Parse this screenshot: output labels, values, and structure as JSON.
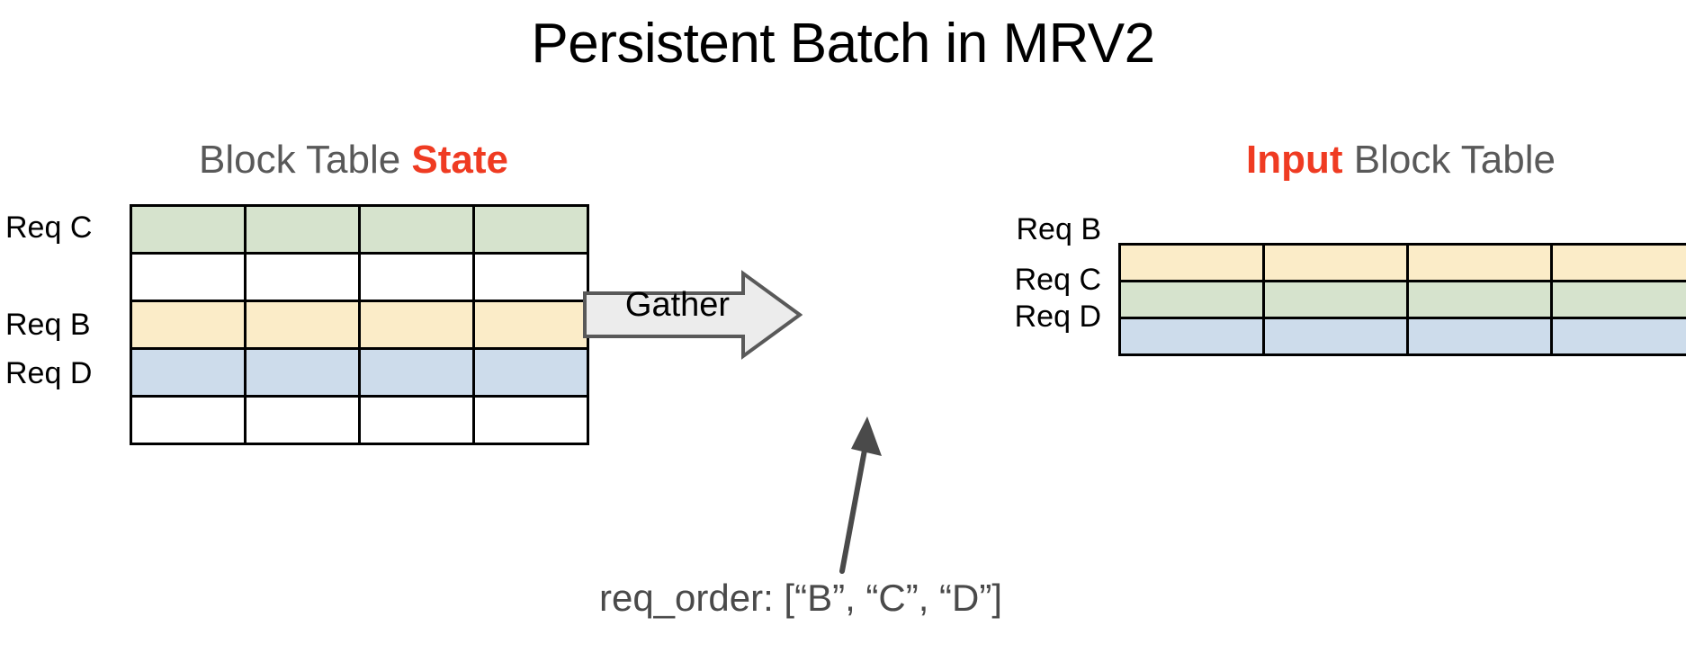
{
  "page": {
    "title": "Persistent Batch in MRV2",
    "background": "#ffffff"
  },
  "colors": {
    "accent_red": "#ef3b22",
    "heading_gray": "#595959",
    "caption_gray": "#4a4a4a",
    "cell_green": "#d6e3cd",
    "cell_yellow": "#fbecc8",
    "cell_blue": "#cddceb",
    "cell_empty": "#ffffff",
    "grid_line": "#000000",
    "arrow_fill": "#ececec",
    "arrow_stroke": "#595959"
  },
  "left_panel": {
    "heading_prefix": "Block Table ",
    "heading_highlight": "State",
    "columns": 4,
    "rows": [
      {
        "label": "Req C",
        "fill": "green",
        "has_label": true
      },
      {
        "label": "",
        "fill": "empty",
        "has_label": false
      },
      {
        "label": "Req B",
        "fill": "yellow",
        "has_label": true
      },
      {
        "label": "Req D",
        "fill": "blue",
        "has_label": true
      },
      {
        "label": "",
        "fill": "empty",
        "has_label": false
      }
    ]
  },
  "right_panel": {
    "heading_highlight": "Input",
    "heading_suffix": " Block Table",
    "columns": 4,
    "rows": [
      {
        "label": "Req B",
        "fill": "yellow"
      },
      {
        "label": "Req C",
        "fill": "green"
      },
      {
        "label": "Req D",
        "fill": "blue"
      }
    ]
  },
  "gather": {
    "label": "Gather",
    "direction": "right"
  },
  "annotation": {
    "caption": "req_order: [“B”, “C”, “D”]",
    "points_to": "gather"
  }
}
